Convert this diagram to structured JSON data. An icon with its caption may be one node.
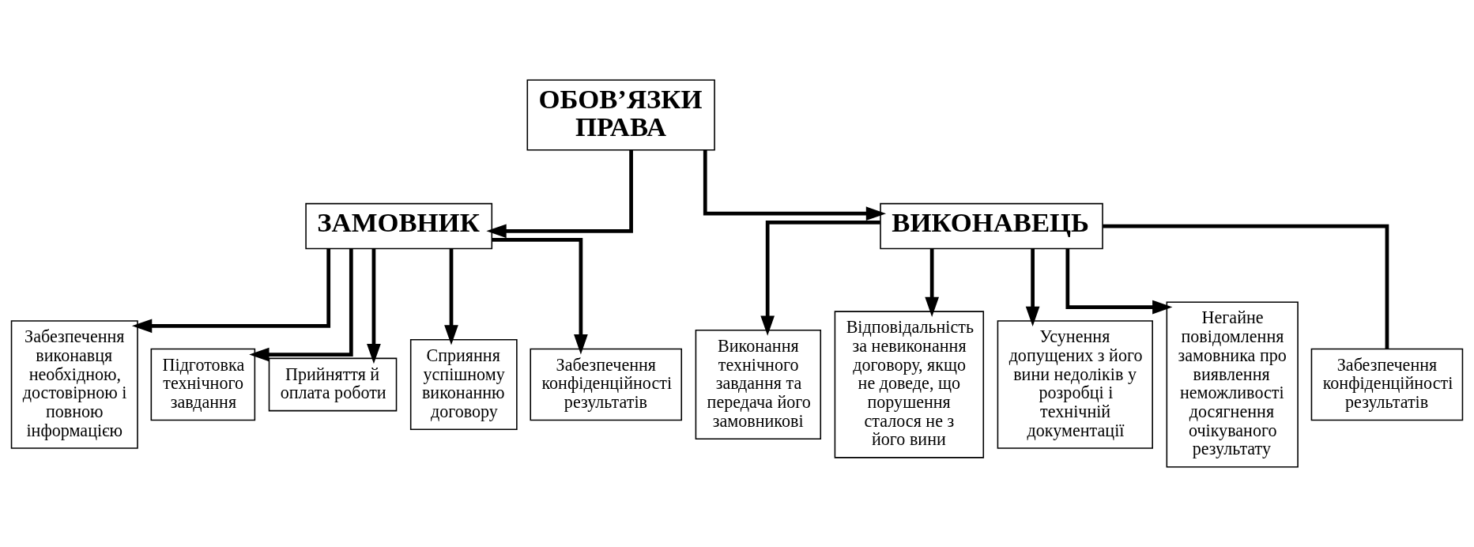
{
  "diagram": {
    "nodes": [
      {
        "text": [
          "ОБОВ’ЯЗКИ",
          "ПРАВА"
        ]
      },
      {
        "text": [
          "ЗАМОВНИК"
        ]
      },
      {
        "text": [
          "Забезпечення виконавця необхідною, достовірною і повною інформацією"
        ]
      },
      {
        "text": [
          "Підготовка технічного завдання"
        ]
      },
      {
        "text": [
          "Прийняття й оплата роботи"
        ]
      },
      {
        "text": [
          "Сприяння успішному виконанню договору"
        ]
      },
      {
        "text": [
          "Забезпечення конфіденційності результатів"
        ]
      },
      {
        "text": [
          "ВИКОНАВЕЦЬ"
        ]
      },
      {
        "text": [
          "Виконання технічного завдання та передача його замовникові"
        ]
      },
      {
        "text": [
          "Відповідальність за невиконання договору, якщо не доведе, що порушення сталося не з його вини"
        ]
      },
      {
        "text": [
          "Усунення допущених з його вини недоліків у розробці і технічній документації"
        ]
      },
      {
        "text": [
          "Негайне повідомлення замовника про виявлення неможливості досягнення очікуваного результату"
        ]
      },
      {
        "text": [
          "Забезпечення конфіденційності результатів"
        ]
      }
    ],
    "edges": [
      {
        "from": 0,
        "to": 1,
        "arrow": "to"
      },
      {
        "from": 0,
        "to": 7,
        "arrow": "to"
      },
      {
        "from": 1,
        "to": 2,
        "arrow": "to"
      },
      {
        "from": 1,
        "to": 3,
        "arrow": "to"
      },
      {
        "from": 1,
        "to": 4,
        "arrow": "to"
      },
      {
        "from": 1,
        "to": 5,
        "arrow": "to"
      },
      {
        "from": 1,
        "to": 6,
        "arrow": "to"
      },
      {
        "from": 7,
        "to": 8,
        "arrow": "to"
      },
      {
        "from": 7,
        "to": 9,
        "arrow": "to"
      },
      {
        "from": 7,
        "to": 10,
        "arrow": "to"
      },
      {
        "from": 7,
        "to": 11,
        "arrow": "to"
      },
      {
        "from": 7,
        "to": 12,
        "arrow": "none"
      }
    ]
  }
}
